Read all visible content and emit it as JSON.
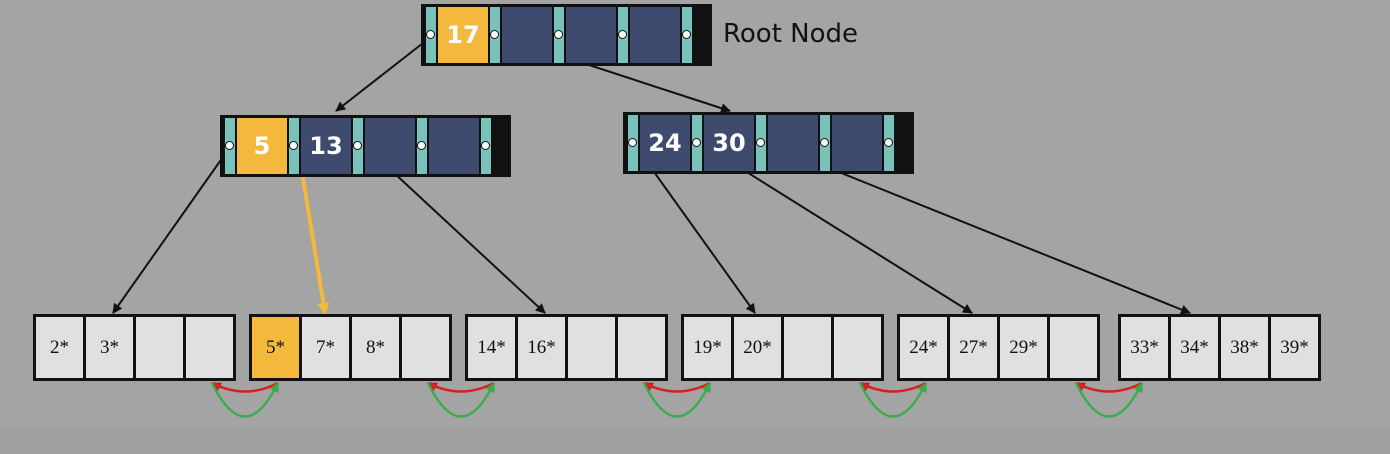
{
  "root_label": "Root Node",
  "colors": {
    "highlight": "#f4b83c",
    "key_bg": "#3f4b6e",
    "pointer_bg": "#79c2bb",
    "leaf_bg": "#e0e0e0",
    "prev_link": "#d42020",
    "next_link": "#3aad4a",
    "search_path": "#f4b83c"
  },
  "root": {
    "keys": [
      "17",
      "",
      "",
      ""
    ],
    "highlight_key": 0
  },
  "internal": [
    {
      "keys": [
        "5",
        "13",
        "",
        ""
      ],
      "highlight_key": 0
    },
    {
      "keys": [
        "24",
        "30",
        "",
        ""
      ],
      "highlight_key": -1
    }
  ],
  "leaves": [
    {
      "entries": [
        "2*",
        "3*",
        "",
        ""
      ],
      "highlight": -1
    },
    {
      "entries": [
        "5*",
        "7*",
        "8*",
        ""
      ],
      "highlight": 0
    },
    {
      "entries": [
        "14*",
        "16*",
        "",
        ""
      ],
      "highlight": -1
    },
    {
      "entries": [
        "19*",
        "20*",
        "",
        ""
      ],
      "highlight": -1
    },
    {
      "entries": [
        "24*",
        "27*",
        "29*",
        ""
      ],
      "highlight": -1
    },
    {
      "entries": [
        "33*",
        "34*",
        "38*",
        "39*"
      ],
      "highlight": -1
    }
  ]
}
